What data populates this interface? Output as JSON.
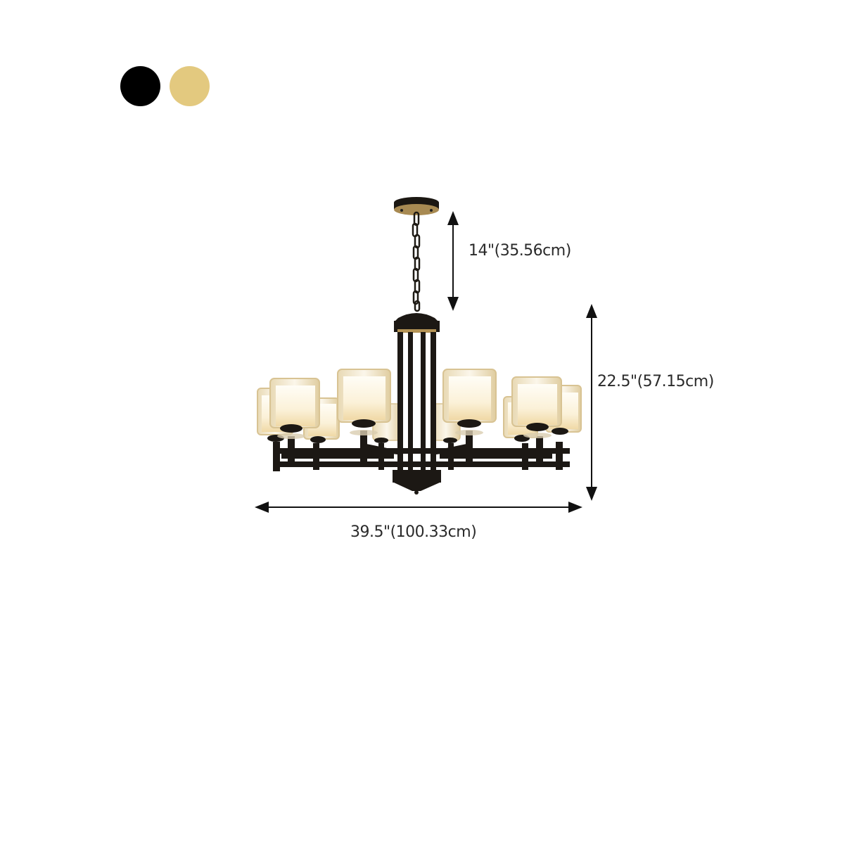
{
  "color_options": [
    {
      "name": "Black",
      "hex": "#000000"
    },
    {
      "name": "Gold",
      "hex": "#E3C97F"
    }
  ],
  "product": {
    "type": "chandelier",
    "light_count": 10,
    "finish": "black",
    "shade": "white glass cylinder with clear glass outer shade"
  },
  "dimensions": {
    "chain_length": "14\"(35.56cm)",
    "height": "22.5\"(57.15cm)",
    "width": "39.5\"(100.33cm)"
  }
}
